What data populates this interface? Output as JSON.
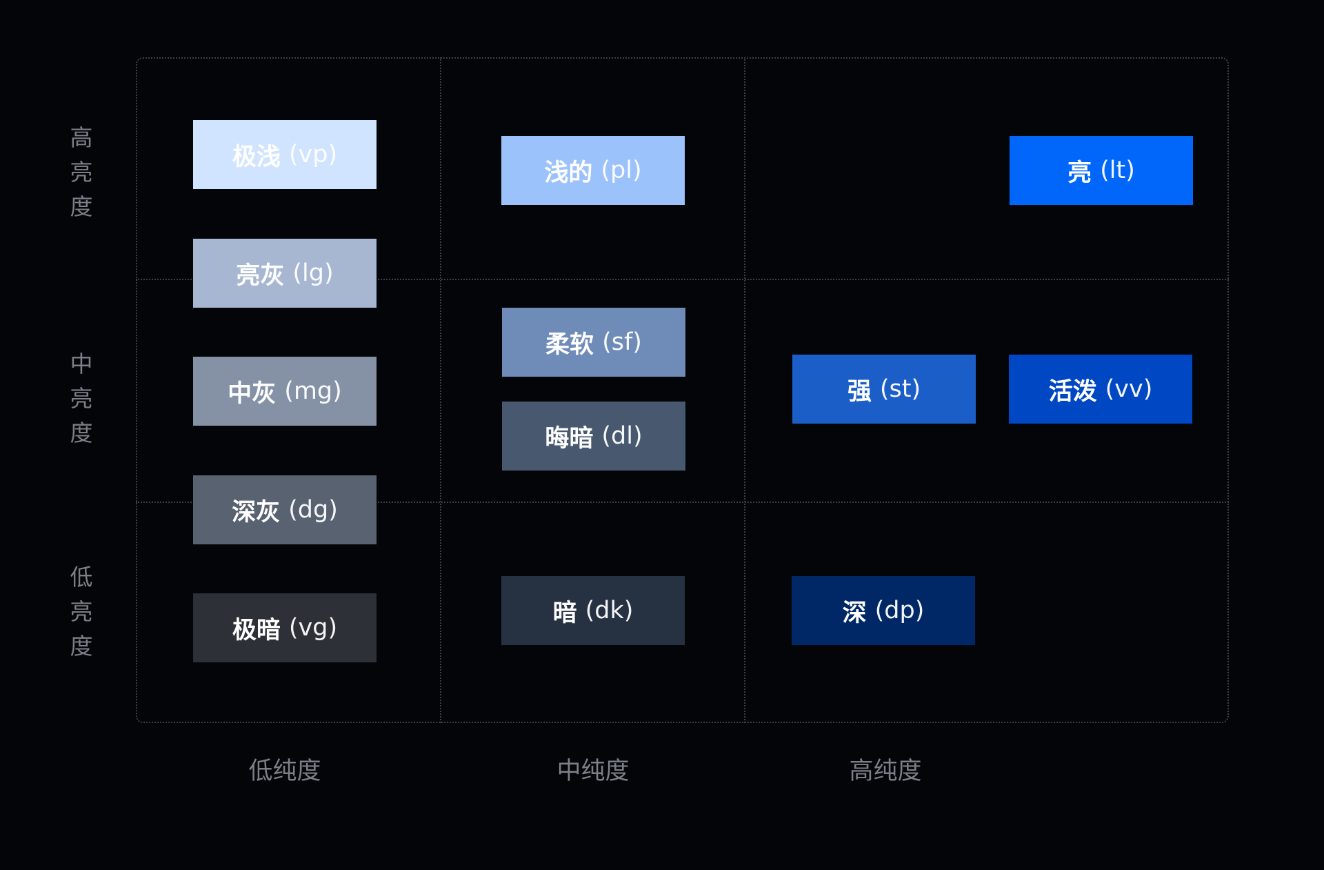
{
  "row_labels": [
    {
      "chars": [
        "高",
        "亮",
        "度"
      ]
    },
    {
      "chars": [
        "中",
        "亮",
        "度"
      ]
    },
    {
      "chars": [
        "低",
        "亮",
        "度"
      ]
    }
  ],
  "col_labels": [
    "低纯度",
    "中纯度",
    "高纯度"
  ],
  "swatches": [
    {
      "zh": "极浅",
      "code": "(vp)",
      "color": "#d0e4ff",
      "text_color": "#ffffff"
    },
    {
      "zh": "亮灰",
      "code": "(lg)",
      "color": "#a7b7d1",
      "text_color": "#ffffff"
    },
    {
      "zh": "中灰",
      "code": "(mg)",
      "color": "#8592a6",
      "text_color": "#ffffff"
    },
    {
      "zh": "深灰",
      "code": "(dg)",
      "color": "#596271",
      "text_color": "#ffffff"
    },
    {
      "zh": "极暗",
      "code": "(vg)",
      "color": "#2d3037",
      "text_color": "#ffffff"
    },
    {
      "zh": "浅的",
      "code": "(pl)",
      "color": "#9cc2fb",
      "text_color": "#ffffff"
    },
    {
      "zh": "柔软",
      "code": "(sf)",
      "color": "#6f8cb8",
      "text_color": "#ffffff"
    },
    {
      "zh": "晦暗",
      "code": "(dl)",
      "color": "#47586f",
      "text_color": "#ffffff"
    },
    {
      "zh": "暗",
      "code": "(dk)",
      "color": "#263142",
      "text_color": "#ffffff"
    },
    {
      "zh": "亮",
      "code": "(lt)",
      "color": "#0067fa",
      "text_color": "#ffffff"
    },
    {
      "zh": "强",
      "code": "(st)",
      "color": "#1c5ec8",
      "text_color": "#ffffff"
    },
    {
      "zh": "活泼",
      "code": "(vv)",
      "color": "#0047c3",
      "text_color": "#ffffff"
    },
    {
      "zh": "深",
      "code": "(dp)",
      "color": "#002766",
      "text_color": "#ffffff"
    }
  ]
}
